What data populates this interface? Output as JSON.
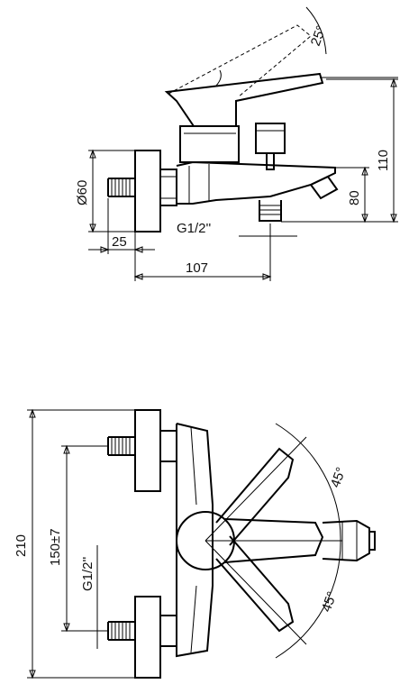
{
  "side_view": {
    "diameter": "Ø60",
    "thread": "G1/2''",
    "depth_wall": "25",
    "length": "107",
    "height_spout": "80",
    "height_total": "110",
    "handle_angle": "25°"
  },
  "front_view": {
    "height_total": "210",
    "center_distance": "150±7",
    "thread": "G1/2''",
    "angle_up": "45°",
    "angle_down": "45°"
  }
}
